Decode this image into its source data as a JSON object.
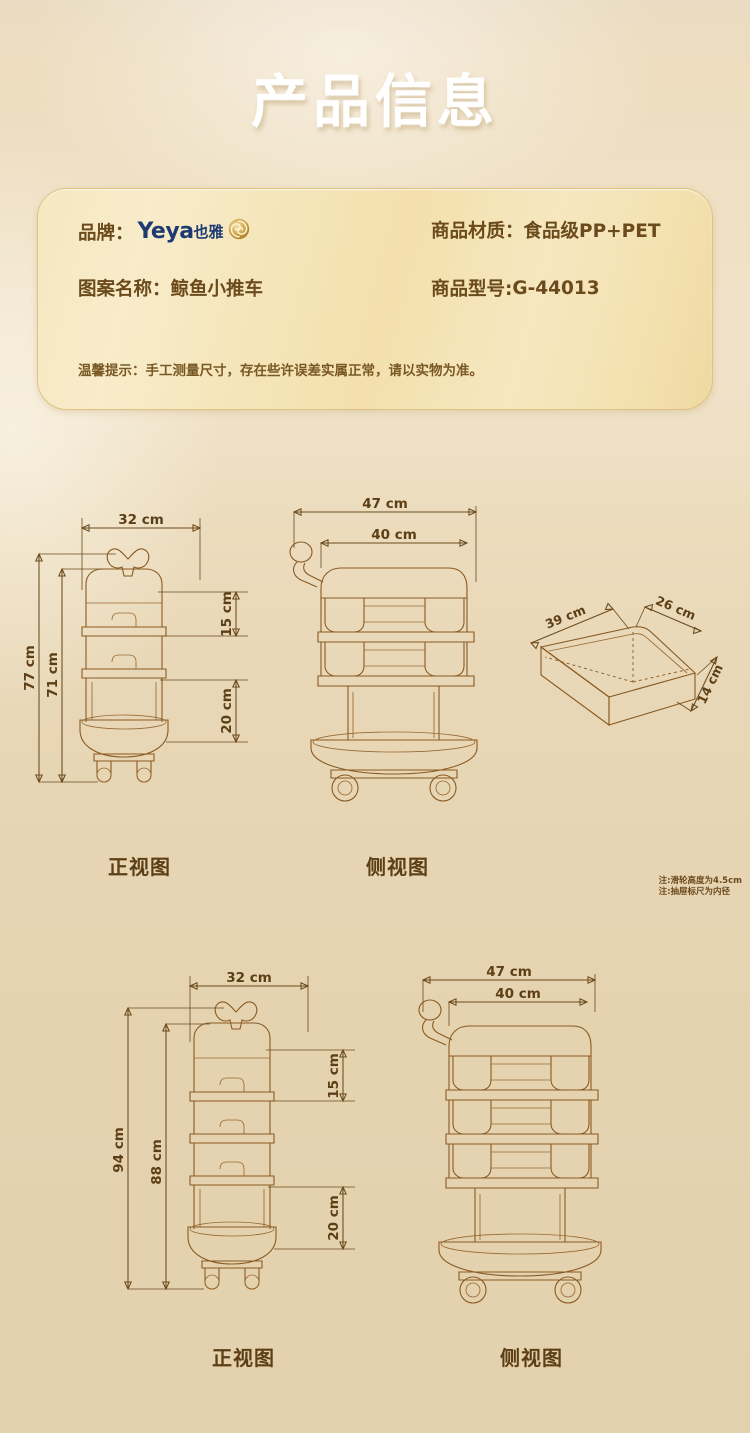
{
  "page": {
    "title": "产品信息",
    "bg_color": "#e6d4b2",
    "line_color": "#8a5a22",
    "text_color": "#5d3f16"
  },
  "info_card": {
    "accent_color": "#e0c27e",
    "fields": [
      {
        "label": "品牌：",
        "value": "",
        "has_logo": true
      },
      {
        "label": "商品材质：",
        "value": "食品级PP+PET",
        "has_logo": false
      },
      {
        "label": "图案名称：",
        "value": "鲸鱼小推车",
        "has_logo": false
      },
      {
        "label": "商品型号:",
        "value": "G-44013",
        "has_logo": false
      }
    ],
    "logo": {
      "text": "Yeya",
      "cn": "也雅",
      "color": "#1d3a72",
      "mark": "rose-emblem",
      "mark_color": "#c9a23e"
    },
    "tip": "温馨提示：手工测量尺寸，存在些许误差实属正常，请以实物为准。"
  },
  "notes": {
    "line1": "注:滑轮高度为4.5cm",
    "line2": "注:抽屉标尺为内径"
  },
  "diagrams": {
    "top": {
      "front": {
        "caption": "正视图",
        "width": "32 cm",
        "height_total": "77 cm",
        "height_body": "71 cm",
        "tier_upper": "15 cm",
        "tier_lower": "20 cm",
        "tiers": 3
      },
      "side": {
        "caption": "侧视图",
        "width_outer": "47 cm",
        "width_inner": "40 cm",
        "tiers": 3
      },
      "basket": {
        "length": "39 cm",
        "depth": "26 cm",
        "height": "14 cm"
      }
    },
    "bottom": {
      "front": {
        "caption": "正视图",
        "width": "32 cm",
        "height_total": "94 cm",
        "height_body": "88 cm",
        "tier_upper": "15 cm",
        "tier_lower": "20 cm",
        "tiers": 4
      },
      "side": {
        "caption": "侧视图",
        "width_outer": "47 cm",
        "width_inner": "40 cm",
        "tiers": 4
      }
    }
  }
}
